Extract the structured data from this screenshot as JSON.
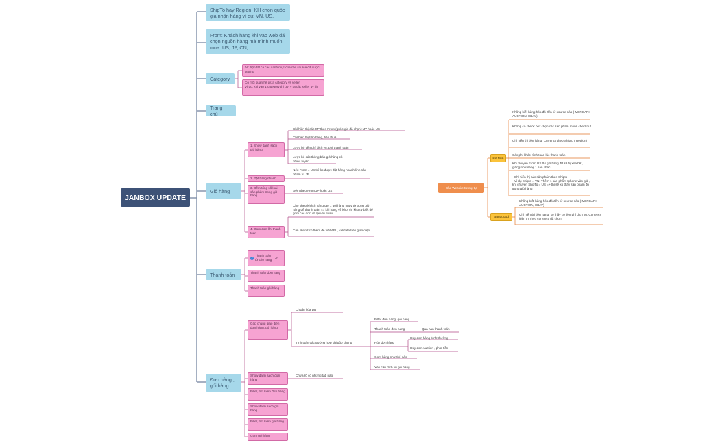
{
  "root": "JANBOX UPDATE",
  "main": {
    "shipto": "ShipTo hay Region: KH chọn quốc gia nhận hàng ví dụ: VN, US, CN,...",
    "from": "From: Khách hàng khi vào web đã chọn nguồn hàng mà mình muốn mua. US, JP, CN,...",
    "category": "Category",
    "trangchu": "Trang chủ",
    "giohang": "Giỏ hàng",
    "thanhtoan": "Thanh toán",
    "donhang": "Đơn hàng , gói hàng"
  },
  "category": {
    "c1": "All: trộn tất cả các danh mục của các source đã được setting",
    "c2": "Có mối quan hệ giữa category vs seller\nVí dụ: khi vào 1 category thì gợi ý ra các seller uy tín"
  },
  "giohang": {
    "g1": "1. Show danh sách giỏ hàng",
    "g1_items": [
      "Chỉ hiển thị các SP theo From (quốc gia đã chọn): JP hoặc US",
      "Chỉ hiển thị tiền hàng, tiền thuế",
      "Lược bỏ tiền phí dịch vụ, phí thanh toán",
      "Lược bỏ các thông báo giỏ hàng có nhiều tuyến"
    ],
    "g2": "2. Đặt hàng nhanh",
    "g2_item": "Nếu From = US thì ko được đặt hàng nhanh linh sản phẩm từ JP",
    "g3": "3. Đếm tổng số loại sản phẩm trong giỏ hàng",
    "g3_item": "Đếm theo From JP hoặc US",
    "g4": "4. Gom đơn khi thanh toán",
    "g4_items": [
      "Cho phép khách hàng tạo 1 gói hàng ngay từ trong giỏ hàng để thanh toán => khi hàng về kho, thì kho tự biết để gom các đơn đó lại với nhau",
      "Cần phân tích thêm để viết API , validate trên giao diện"
    ]
  },
  "thanhtoan": {
    "t1": "Thanh toán từ Giỏ hàng",
    "t1_badge": "JP",
    "t2": "Thanh toán đơn hàng",
    "t3": "Thanh toán gói hàng"
  },
  "donhang": {
    "d1": "Gộp chung giao diện đơn hàng, gói hàng",
    "d1_a": "Chuẩn hóa DB",
    "d1_b": "Tính toán các trường hợp khi gộp chung",
    "d1_b_items": [
      "Filter đơn hàng, gói hàng",
      "Thanh toán đơn hàng",
      "Hủy đơn hàng",
      "Gom hàng như thế nào",
      "Yêu cầu dịch vụ gói hàng"
    ],
    "qua_han": "Quá hạn thanh toán",
    "huy1": "Hủy đơn hàng bình thường",
    "huy2": "Hủy đơn Auction , phat tiền",
    "d2": "Show danh sách đơn hàng",
    "d2_item": "Chưa rõ có những tab nào",
    "d3": "Filter, tìm kiếm đơn hàng",
    "d4": "Show danh sách gói hàng",
    "d5": "Filter, tìm kiếm gói hàng",
    "d6": "Gom gói hàng"
  },
  "right": {
    "hub": "Các Website tương tự",
    "buyee": "BUYEE",
    "buyee_items": [
      "Không biết hàng hóa đó đến từ source nào ( MERCARI, AUCTION, EBAY)",
      "Không có check box chọn các sản phẩm muốn checkout",
      "Chỉ hiển thị tiền hàng, Currency theo Shipto ( Region)",
      "Các phí khác: tính toán lúc thanh toán",
      "Khi chuyển From US thì giỏ hàng JP sẽ bị xóa hết, giống như sàng 1 sàn khác",
      "- Chỉ hiển thị các sản phẩm theo Shipto\n- Ví dụ Shipto = VN, Thêm 1 sản phẩm Iphone vào giỏ , khi chuyển ShipTo = US => thì sẽ ko thấy sản phẩm đó trong giỏ hàng"
    ],
    "banggood": "Banggood",
    "banggood_items": [
      "Không biết hàng hóa đó đến từ source nào ( MERCARI, AUCTION, EBAY)",
      "Chỉ hiển thị tiền hàng, ko thấy có tiền phí dịch vụ, Currency hiển thị theo currency đã chọn"
    ]
  },
  "colors": {
    "root": "#3d5277",
    "blue": "#a6d8ea",
    "pink": "#f6a3d2",
    "orange": "#ef8e4d",
    "yellow": "#fbc33b",
    "line_main": "#7f8fa9",
    "line_pink": "#b04a86",
    "line_right": "#e47a2f"
  }
}
